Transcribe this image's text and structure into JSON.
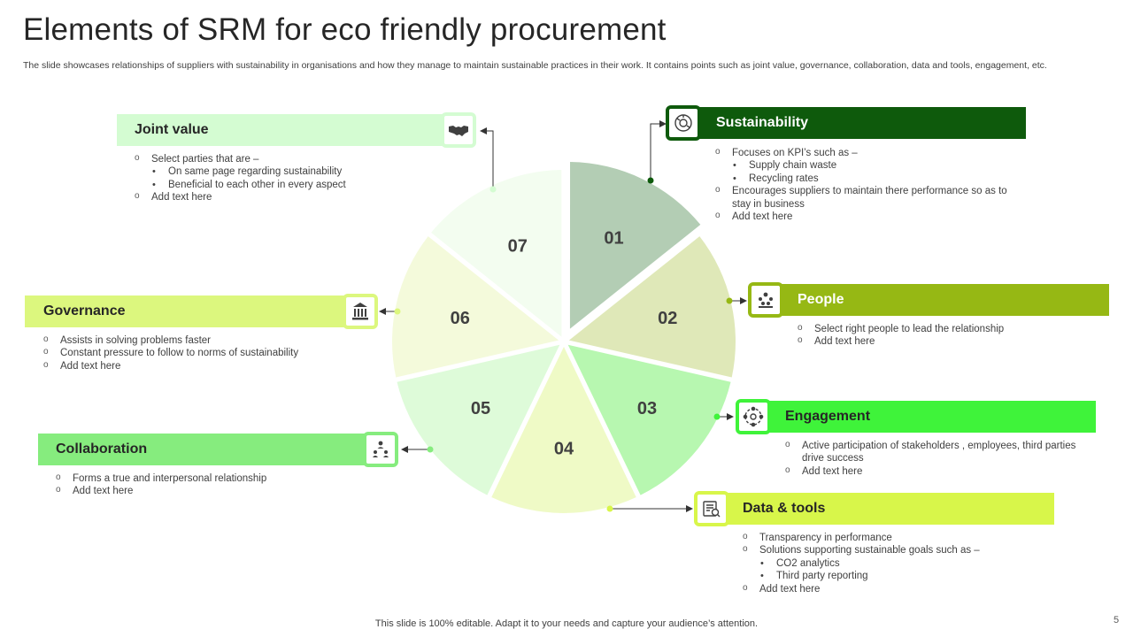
{
  "title": "Elements of SRM for eco friendly procurement",
  "subtitle": "The slide showcases relationships of suppliers with sustainability in organisations and how they manage to maintain sustainable practices in their work. It contains points such as joint value, governance, collaboration, data and tools, engagement, etc.",
  "footer": "This slide is 100% editable. Adapt it to your needs and capture your audience’s attention.",
  "page_number": "5",
  "segments": [
    {
      "number": "01",
      "color": "#b3cdb4"
    },
    {
      "number": "02",
      "color": "#dfe8b8"
    },
    {
      "number": "03",
      "color": "#b7f7b0"
    },
    {
      "number": "04",
      "color": "#effac6"
    },
    {
      "number": "05",
      "color": "#defbd9"
    },
    {
      "number": "06",
      "color": "#f4fadb"
    },
    {
      "number": "07",
      "color": "#f3fdf0"
    }
  ],
  "elements": {
    "sustainability": {
      "label": "Sustainability",
      "icon": "recycle-globe-icon",
      "color": "#0e5a0c",
      "points": [
        "Focuses on KPI’s such as –",
        "Supply chain waste",
        "Recycling rates",
        "Encourages suppliers to maintain there performance so as to stay in business",
        "Add text here"
      ]
    },
    "people": {
      "label": "People",
      "icon": "team-icon",
      "color": "#96b814",
      "points": [
        "Select right people to lead the relationship",
        "Add text here"
      ]
    },
    "engagement": {
      "label": "Engagement",
      "icon": "network-people-icon",
      "color": "#3ff33a",
      "points": [
        "Active  participation of stakeholders , employees, third parties drive success",
        "Add text here"
      ]
    },
    "data_tools": {
      "label": "Data & tools",
      "icon": "analytics-tools-icon",
      "color": "#d8f64a",
      "points": [
        "Transparency in performance",
        "Solutions supporting sustainable goals such as –",
        "CO2 analytics",
        "Third party reporting",
        "Add text here"
      ]
    },
    "collaboration": {
      "label": "Collaboration",
      "icon": "collaboration-icon",
      "color": "#86ec7e",
      "points": [
        "Forms a true and interpersonal relationship",
        "Add text here"
      ]
    },
    "governance": {
      "label": "Governance",
      "icon": "government-building-icon",
      "color": "#dcf77e",
      "points": [
        "Assists in solving problems faster",
        "Constant pressure to follow to norms of sustainability",
        "Add text here"
      ]
    },
    "joint_value": {
      "label": "Joint value",
      "icon": "handshake-icon",
      "color": "#d4fcd2",
      "points": [
        "Select parties that are –",
        "On same page regarding sustainability",
        "Beneficial to each other in every  aspect",
        "Add text here"
      ]
    }
  }
}
